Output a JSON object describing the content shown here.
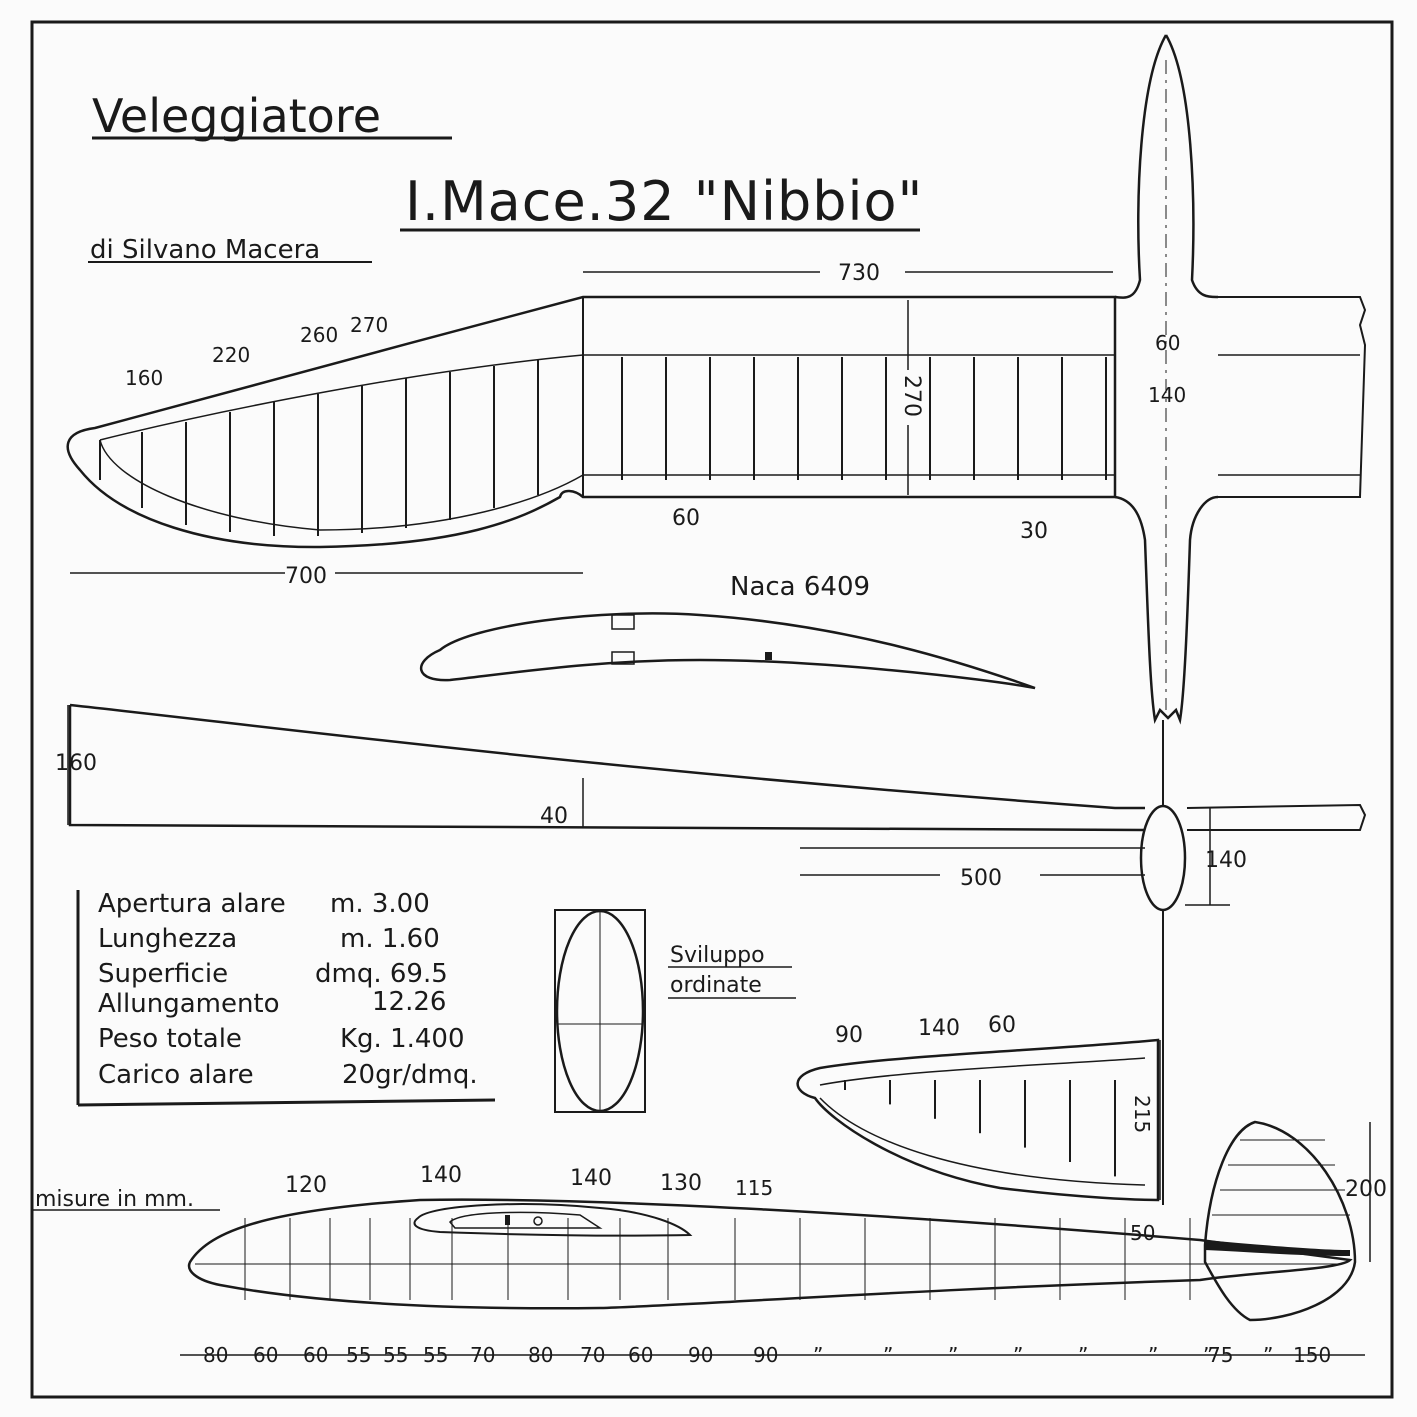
{
  "title": {
    "line1": "Veleggiatore",
    "line2": "I.Mace.32 \"Nibbio\"",
    "author": "di Silvano Macera"
  },
  "airfoil": {
    "name": "Naca 6409"
  },
  "ordinate": {
    "line1": "Sviluppo",
    "line2": "ordinate"
  },
  "units_note": "misure in mm.",
  "dimensions": {
    "wing_center_span": "730",
    "wing_chord": "270",
    "rib_spacing": "60",
    "rib_end": "30",
    "wing_tip_span": "700",
    "tip_chords": [
      "160",
      "220",
      "260",
      "270"
    ],
    "fuselage_width_top": "60",
    "fuselage_width_wing": "140",
    "dihedral_tip": "160",
    "dihedral_center": "40",
    "stab_half_span": "500",
    "fuselage_height": "140",
    "stab_tip_chord": "90",
    "stab_rib_140": "140",
    "stab_rib_60": "60",
    "stab_root_chord": "215",
    "fin_height": "200",
    "fuselage_heights": [
      "120",
      "140",
      "140",
      "130",
      "115",
      "50"
    ],
    "stations": [
      "80",
      "60",
      "60",
      "55",
      "55",
      "55",
      "70",
      "80",
      "70",
      "60",
      "90",
      "90",
      "”",
      "”",
      "”",
      "”",
      "”",
      "”",
      "”",
      "”",
      "75",
      "150"
    ]
  },
  "specs": [
    {
      "label": "Apertura alare",
      "value": "m. 3.00"
    },
    {
      "label": "Lunghezza",
      "value": "m. 1.60"
    },
    {
      "label": "Superficie",
      "value": "dmq. 69.5"
    },
    {
      "label": "Allungamento",
      "value": "12.26"
    },
    {
      "label": "Peso totale",
      "value": "Kg. 1.400"
    },
    {
      "label": "Carico alare",
      "value": "20gr/dmq."
    }
  ]
}
